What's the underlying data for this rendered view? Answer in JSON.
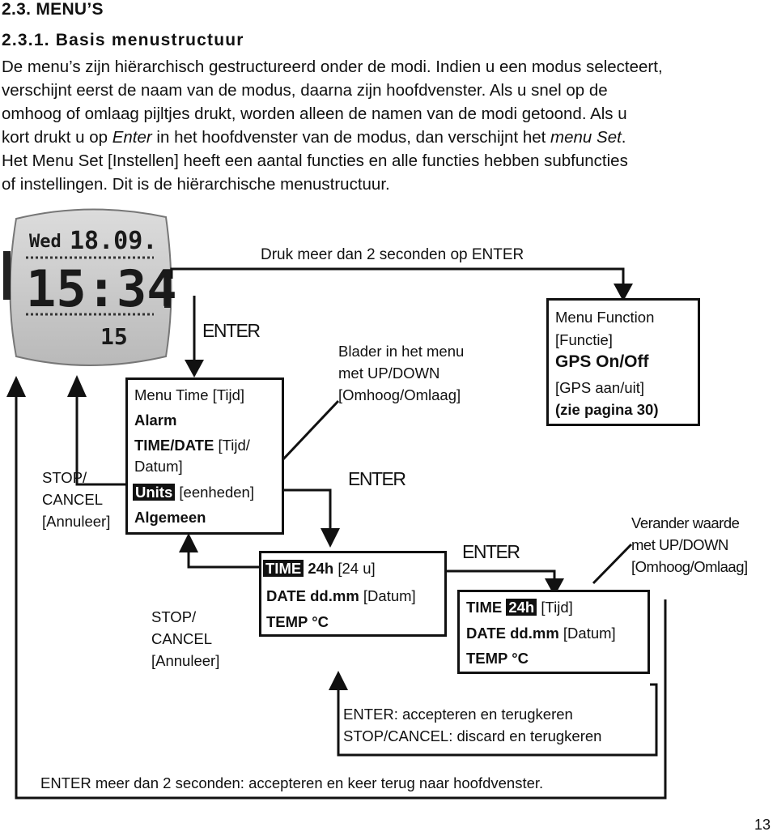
{
  "section": {
    "number_title": "2.3. MENU’S",
    "subtitle": "2.3.1. Basis menustructuur"
  },
  "intro": {
    "l1": "De menu’s zijn hiërarchisch gestructureerd onder de modi. Indien u een modus selecteert,",
    "l2": "verschijnt eerst de naam van de modus, daarna zijn hoofdvenster. Als u snel op de",
    "l3": "omhoog of omlaag pijltjes drukt, worden alleen de namen van de modi getoond. Als u",
    "l4_a": "kort drukt u op ",
    "l4_enter": "Enter",
    "l4_b": " in het hoofdvenster van de modus, dan verschijnt het ",
    "l4_menu": "menu Set",
    "l4_c": ".",
    "l5": "Het Menu Set [Instellen] heeft een aantal functies en alle functies hebben subfuncties",
    "l6": "of instellingen. Dit is de hiërarchische menustructuur."
  },
  "watch": {
    "day": "Wed",
    "date": "18.09.",
    "time": "15:34",
    "seconds": "15"
  },
  "labels": {
    "long_press": "Druk meer dan 2 seconden op ENTER",
    "enter": "ENTER",
    "browse": [
      "Blader in het menu",
      "met UP/DOWN",
      "[Omhoog/Omlaag]"
    ],
    "stop_cancel": [
      "STOP/",
      "CANCEL",
      "[Annuleer]"
    ],
    "change_value": [
      "Verander waarde",
      "met UP/DOWN",
      "[Omhoog/Omlaag]"
    ],
    "enter_notes": [
      "ENTER: accepteren en terugkeren",
      "STOP/CANCEL: discard en terugkeren"
    ],
    "bottom_note": "ENTER meer dan 2 seconden: accepteren en keer terug naar hoofdvenster."
  },
  "menu_box": {
    "title_a": "Menu Time",
    "title_b": " [Tijd]",
    "alarm": "Alarm",
    "timedate_a": "TIME/DATE",
    "timedate_b": " [Tijd/",
    "timedate_c": "Datum]",
    "units_a": "Units",
    "units_b": " [eenheden]",
    "general": "Algemeen"
  },
  "function_box": {
    "line1": "Menu Function",
    "line2": "[Functie]",
    "line3": "GPS On/Off",
    "line4": "[GPS aan/uit]",
    "line5": "(zie pagina 30)"
  },
  "sub_box": {
    "time_a": "TIME",
    "time_b": " 24h",
    "time_c": " [24 u]",
    "date_a": "DATE dd.mm",
    "date_b": " [Datum]",
    "temp": "TEMP °C"
  },
  "value_box": {
    "time_a": "TIME ",
    "time_b": "24h",
    "time_c": " [Tijd]",
    "date_a": "DATE dd.mm",
    "date_b": " [Datum]",
    "temp": "TEMP °C"
  },
  "page_number": "13"
}
